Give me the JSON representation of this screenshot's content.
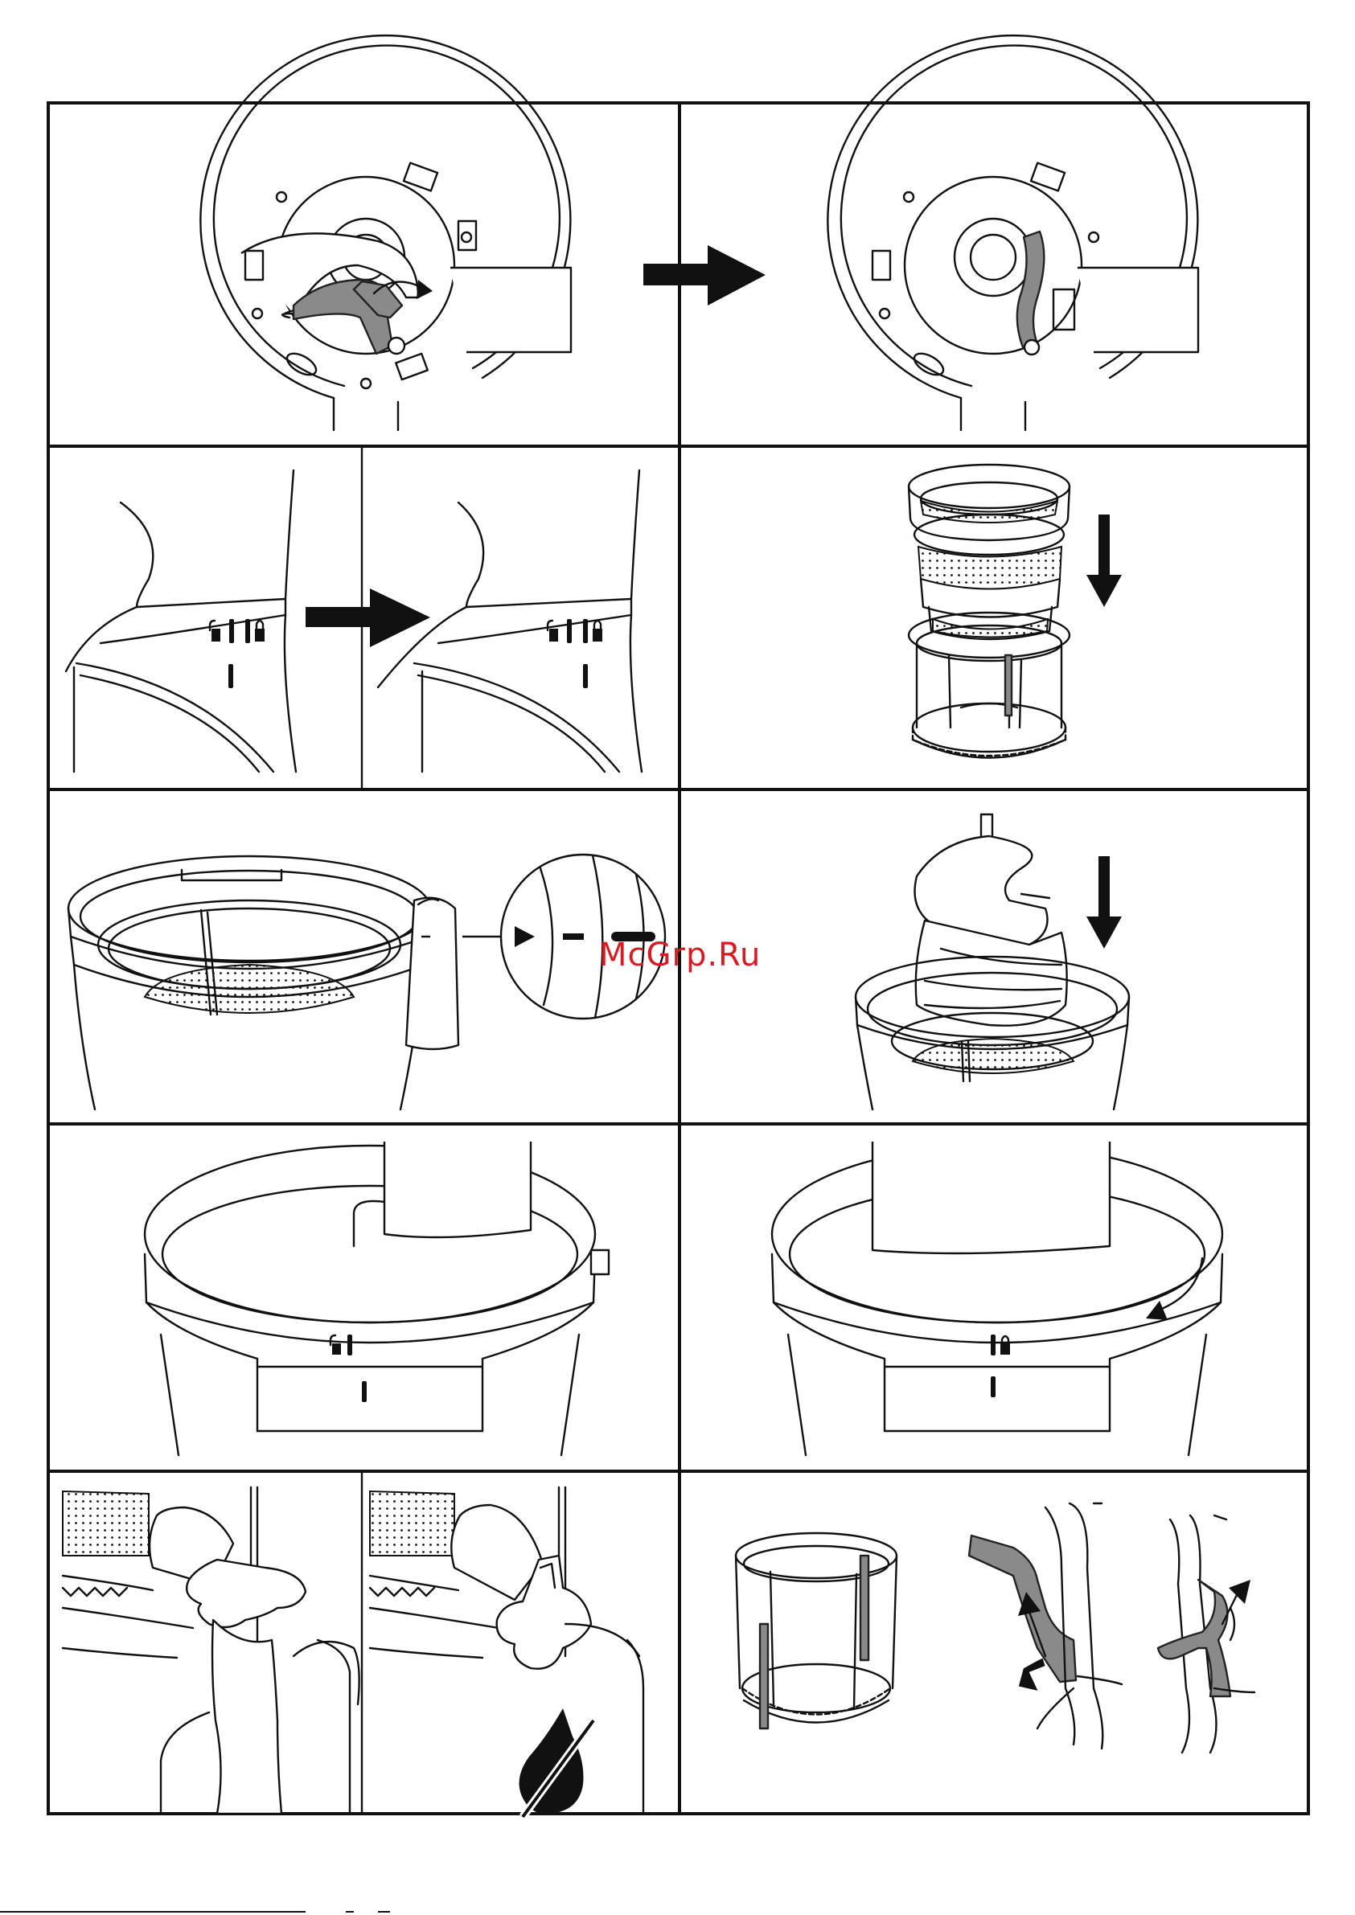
{
  "watermark": {
    "text": "McGrp.Ru",
    "color": "#d81b23"
  },
  "panels": [
    {
      "id": "lock-lever-open",
      "icon": "juicer-base-top-view-icon"
    },
    {
      "id": "lock-lever-closed",
      "icon": "juicer-base-top-view-icon"
    },
    {
      "id": "align-bowl-marks",
      "icon": "lock-symbols-icon"
    },
    {
      "id": "assemble-strainer-brush",
      "icon": "strainer-basket-icon"
    },
    {
      "id": "bowl-alignment-detail",
      "icon": "bowl-marker-icon"
    },
    {
      "id": "insert-auger",
      "icon": "auger-icon"
    },
    {
      "id": "place-lid-unlocked",
      "icon": "lid-icon"
    },
    {
      "id": "turn-lid-locked",
      "icon": "lid-lock-icon"
    },
    {
      "id": "juice-spout-cap",
      "icon": "spout-cap-icon"
    },
    {
      "id": "brush-wiper-fit",
      "icon": "wiper-brush-icon"
    }
  ],
  "colors": {
    "line": "#111111",
    "fill_grey": "#8a8a8a",
    "background": "#ffffff"
  }
}
